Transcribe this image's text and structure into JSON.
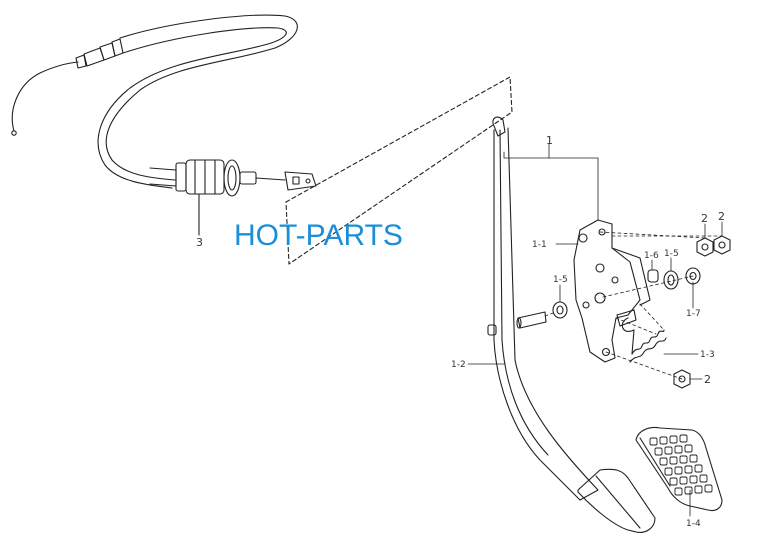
{
  "watermark": "HOT-PARTS",
  "labels": {
    "cable_assy": "3",
    "pedal_assy": "1",
    "bracket": "1-1",
    "pedal_arm": "1-2",
    "spring": "1-3",
    "pedal_pad": "1-4",
    "bushing_left": "1-5",
    "bushing_right": "1-5",
    "pin": "1-6",
    "washer": "1-7",
    "nut_top_left": "2",
    "nut_top_right": "2",
    "nut_bottom": "2"
  },
  "colors": {
    "line": "#222222",
    "watermark": "#1a8fd8"
  }
}
